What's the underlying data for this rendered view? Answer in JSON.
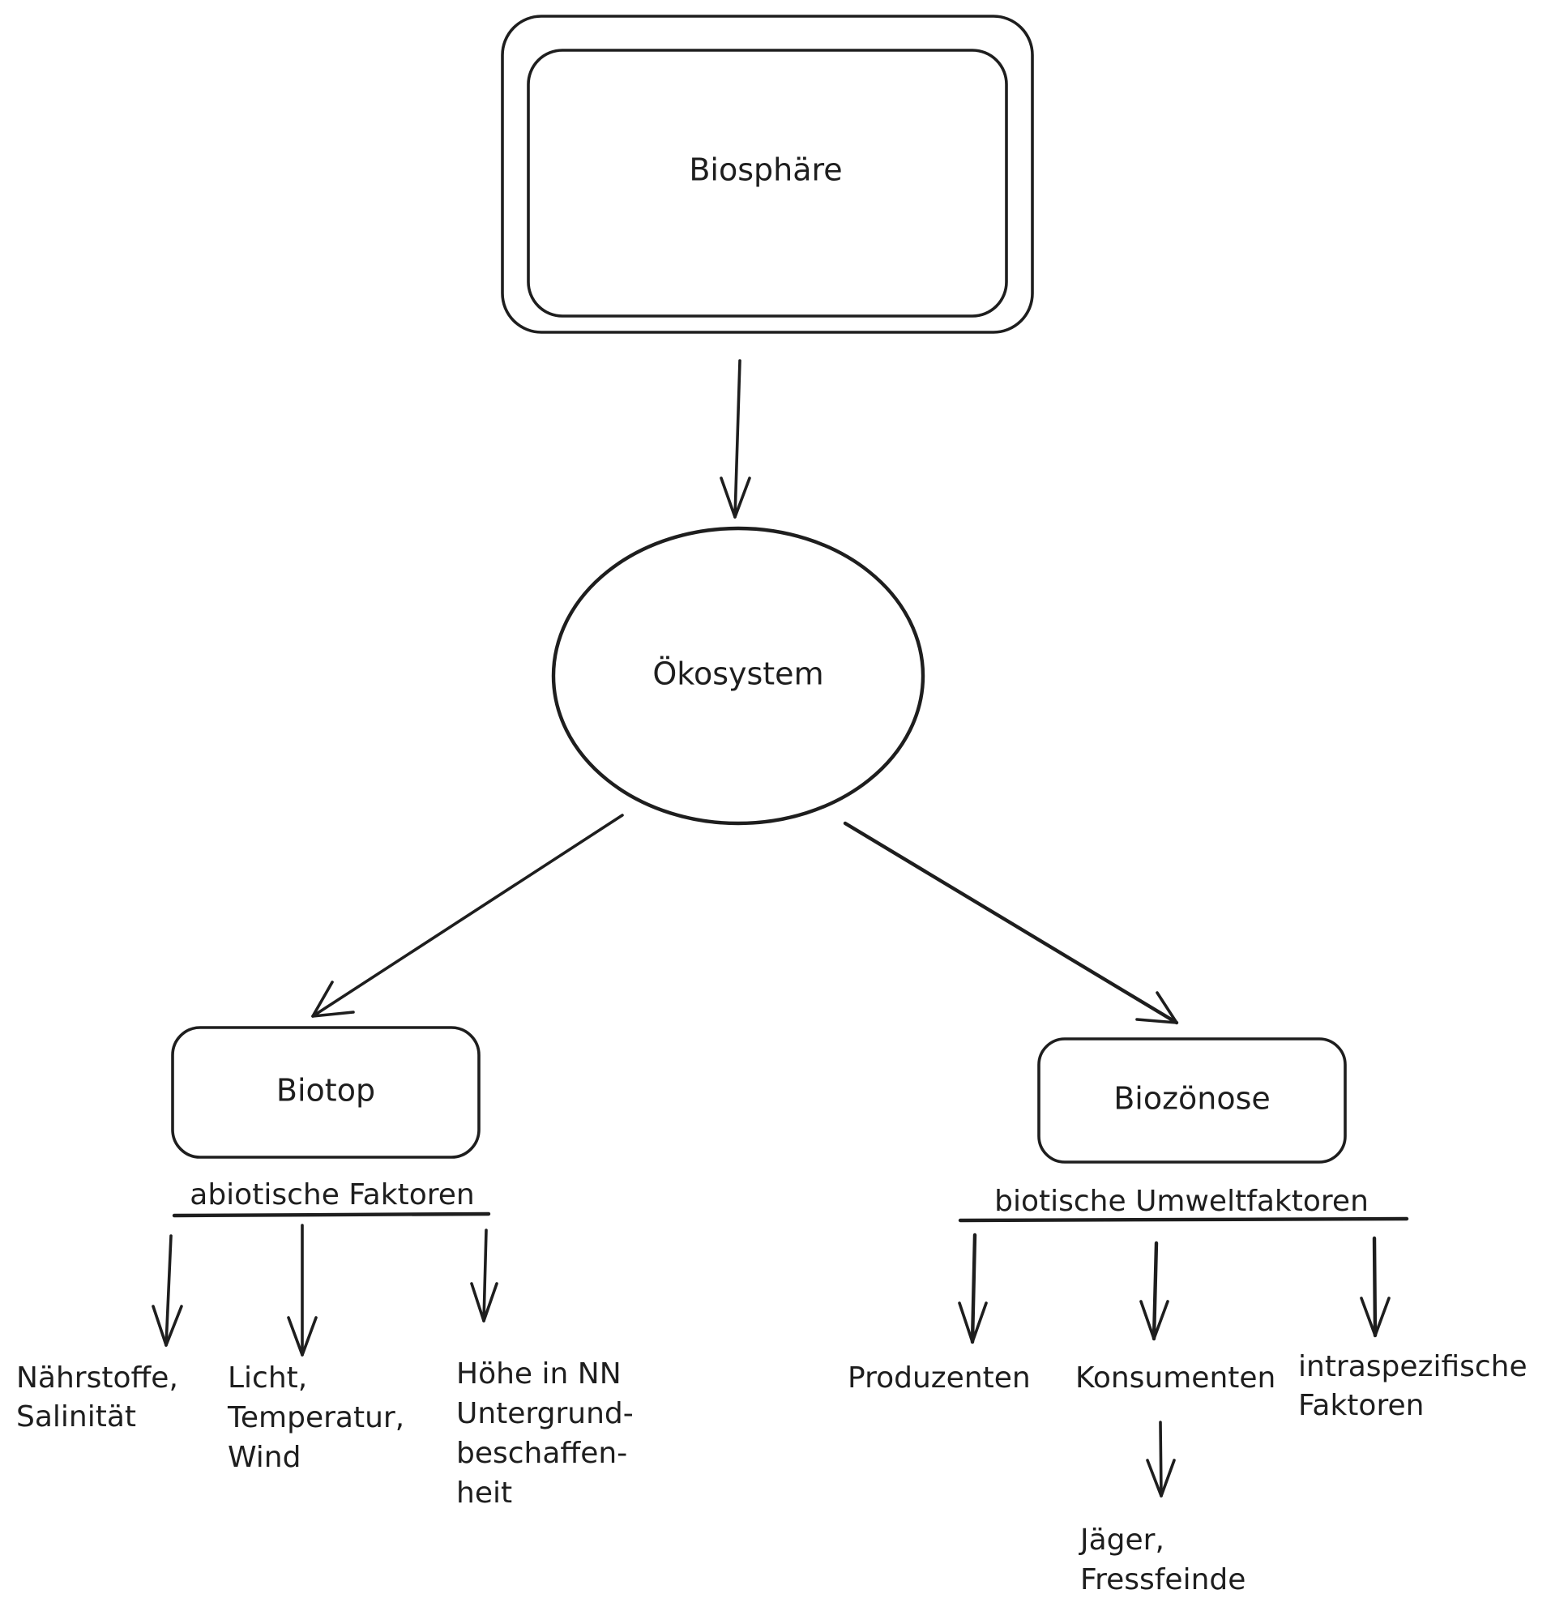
{
  "nodes": {
    "biosphaere": "Biosphäre",
    "oekosystem": "Ökosystem",
    "biotop": "Biotop",
    "biozoenose": "Biozönose"
  },
  "categories": {
    "abiotic": "abiotische Faktoren",
    "biotic": "biotische Umweltfaktoren"
  },
  "leaves": {
    "naehrstoffe": [
      "Nährstoffe,",
      "Salinität"
    ],
    "licht": [
      "Licht,",
      "Temperatur,",
      "Wind"
    ],
    "hoehe": [
      "Höhe in NN",
      "Untergrund-",
      "beschaffen-",
      "heit"
    ],
    "produzenten": [
      "Produzenten"
    ],
    "konsumenten": [
      "Konsumenten"
    ],
    "intraspezifisch": [
      "intraspezifische",
      "Faktoren"
    ],
    "jaeger": [
      "Jäger,",
      "Fressfeinde"
    ]
  }
}
